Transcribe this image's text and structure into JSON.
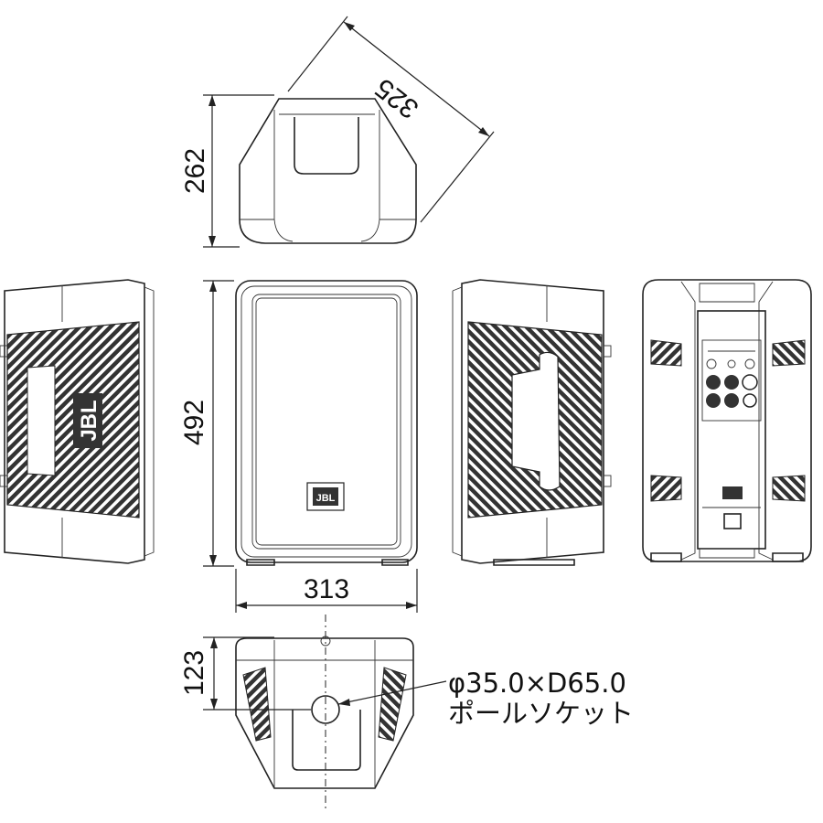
{
  "dimensions": {
    "top_depth": "262",
    "top_diagonal": "325",
    "height": "492",
    "width": "313",
    "bottom_depth": "123"
  },
  "annotation": {
    "socket_spec": "φ35.0×D65.0",
    "socket_label": "ポールソケット"
  },
  "brand": {
    "logo_text": "JBL"
  },
  "colors": {
    "line": "#222222",
    "background": "#ffffff"
  }
}
